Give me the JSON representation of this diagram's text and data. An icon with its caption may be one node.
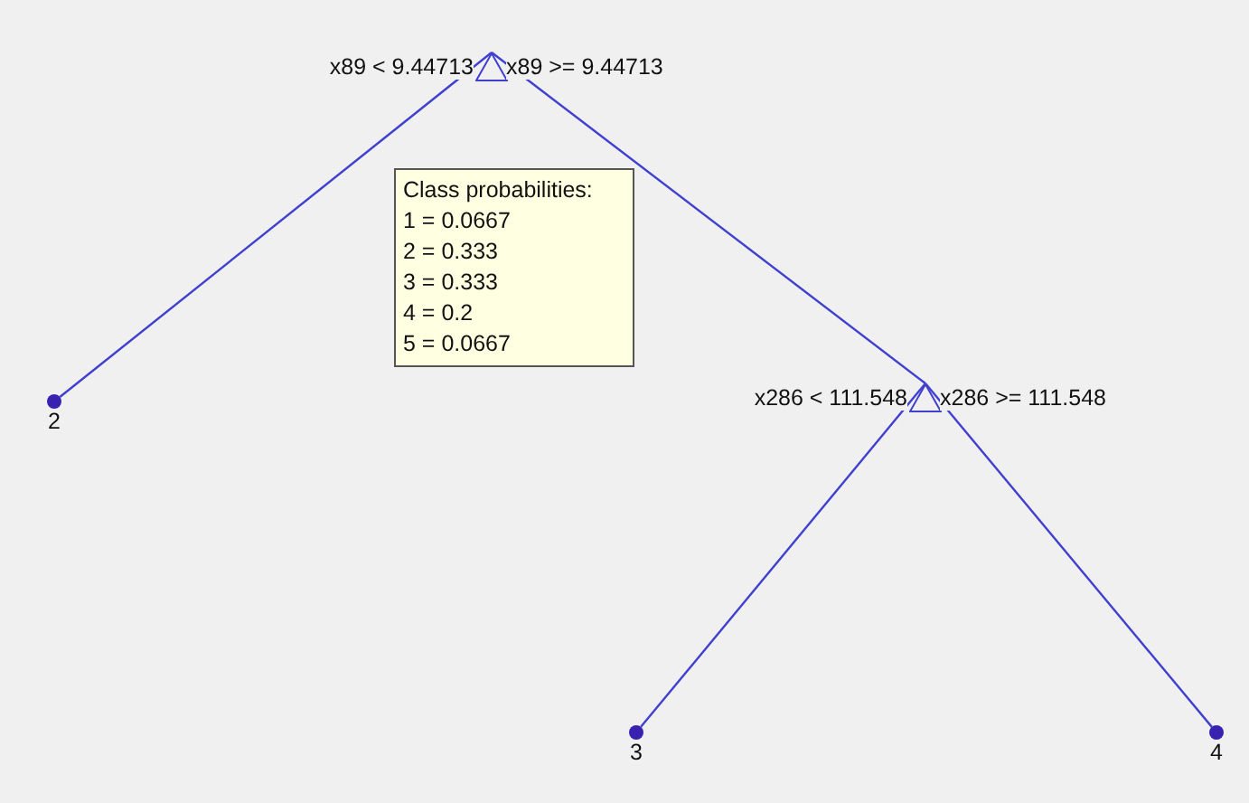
{
  "diagram": {
    "nodes": [
      {
        "text": [],
        "shape": "triangle",
        "beside": [
          "x89 < 9.44713",
          "x89 >= 9.44713"
        ]
      },
      {
        "text": [],
        "shape": "circle",
        "beside": [
          "2"
        ]
      },
      {
        "text": [],
        "shape": "triangle",
        "beside": [
          "x286 < 111.548",
          "x286 >= 111.548"
        ]
      },
      {
        "text": [],
        "shape": "circle",
        "beside": [
          "3"
        ]
      },
      {
        "text": [],
        "shape": "circle",
        "beside": [
          "4"
        ]
      },
      {
        "text": [
          "Class probabilities:",
          "1 = 0.0667",
          "2 = 0.333",
          "3 = 0.333",
          "4 = 0.2",
          "5 = 0.0667"
        ]
      }
    ],
    "edges": [
      {
        "from": 0,
        "to": 1,
        "arrow": "none"
      },
      {
        "from": 0,
        "to": 2,
        "arrow": "none"
      },
      {
        "from": 2,
        "to": 3,
        "arrow": "none"
      },
      {
        "from": 2,
        "to": 4,
        "arrow": "none"
      }
    ]
  }
}
